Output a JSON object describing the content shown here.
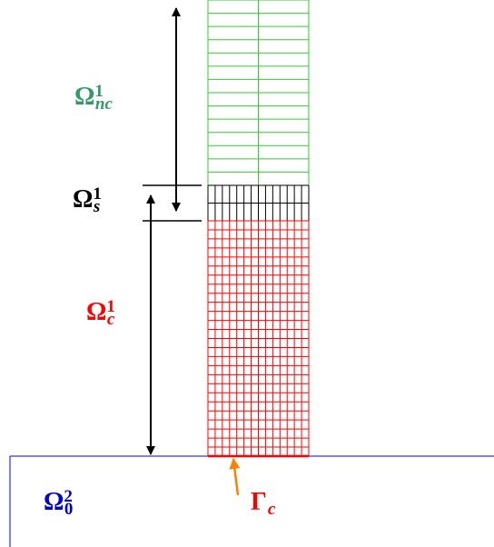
{
  "colors": {
    "noncontact": "#33cc33",
    "slave": "#000000",
    "contact": "#ff0000",
    "ground": "#0000ff",
    "arrow_black": "#000000",
    "arrow_orange": "#ff7f00",
    "label_noncontact": "#339966",
    "label_slave": "#000000",
    "label_contact": "#ff0000",
    "label_ground": "#0000cc",
    "label_gamma": "#ff0000"
  },
  "labels": {
    "noncontact": {
      "base": "Ω",
      "sup": "1",
      "sub": "nc"
    },
    "slave": {
      "base": "Ω",
      "sup": "1",
      "sub": "s"
    },
    "contact": {
      "base": "Ω",
      "sup": "1",
      "sub": "c"
    },
    "ground": {
      "base": "Ω",
      "sup": "2",
      "sub": "0"
    },
    "gamma": {
      "base": "Γ",
      "sub": "c"
    }
  },
  "mesh": {
    "noncontact": {
      "rows": 14,
      "cols": 2
    },
    "slave": {
      "rows": 2,
      "cols": 14
    },
    "contact": {
      "rows": 26,
      "cols": 14
    }
  }
}
